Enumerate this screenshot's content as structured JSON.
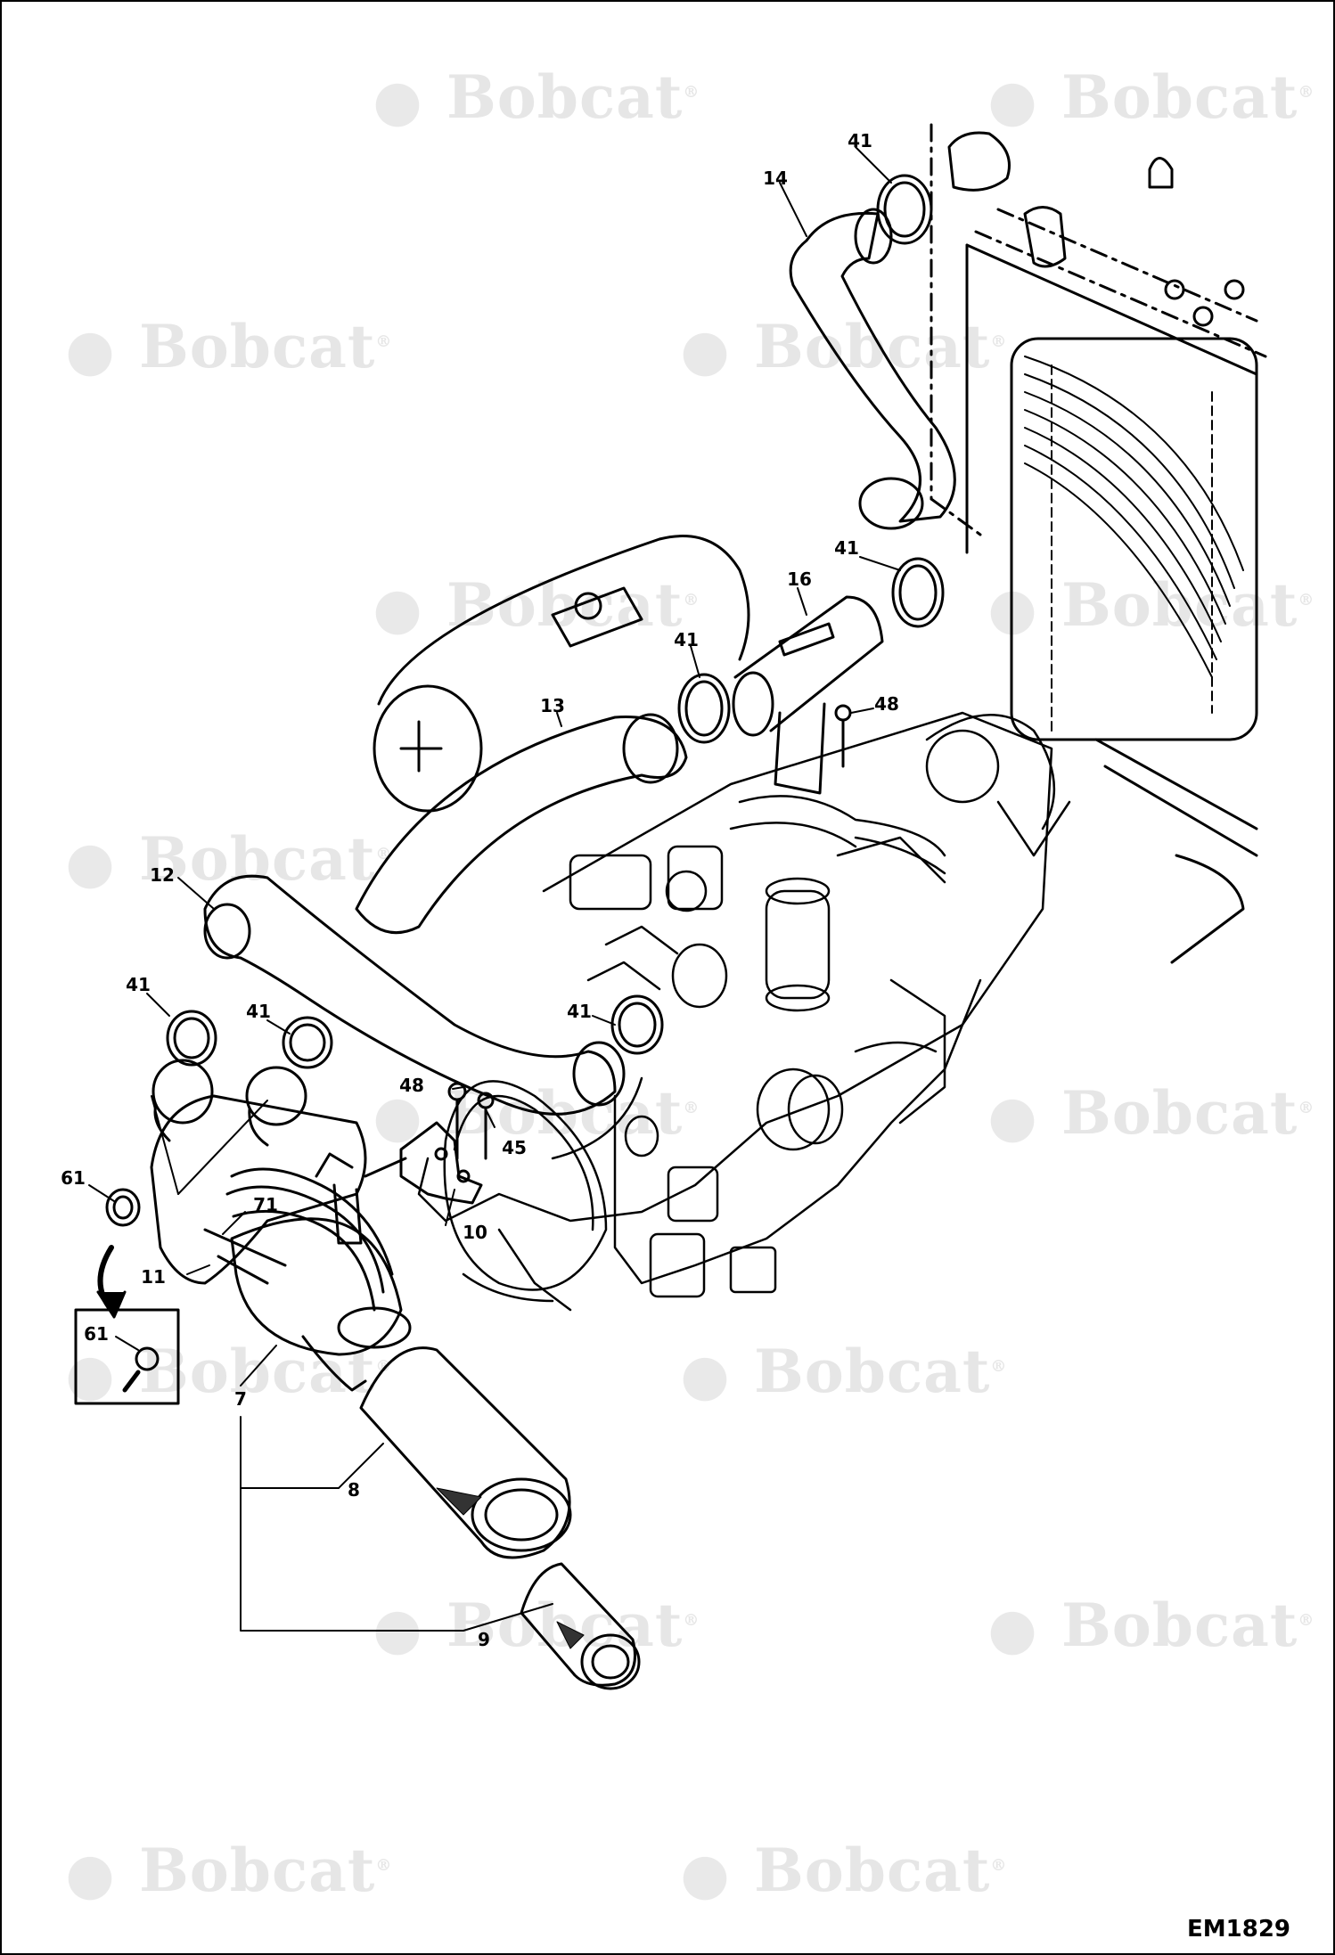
{
  "drawing_code": "EM1829",
  "watermark_text": "Bobcat",
  "watermark_reg": "®",
  "callouts": [
    {
      "id": "c14",
      "label": "14"
    },
    {
      "id": "c41a",
      "label": "41"
    },
    {
      "id": "c41b",
      "label": "41"
    },
    {
      "id": "c16",
      "label": "16"
    },
    {
      "id": "c41c",
      "label": "41"
    },
    {
      "id": "c48a",
      "label": "48"
    },
    {
      "id": "c13",
      "label": "13"
    },
    {
      "id": "c12",
      "label": "12"
    },
    {
      "id": "c41d",
      "label": "41"
    },
    {
      "id": "c41e",
      "label": "41"
    },
    {
      "id": "c41f",
      "label": "41"
    },
    {
      "id": "c48b",
      "label": "48"
    },
    {
      "id": "c45",
      "label": "45"
    },
    {
      "id": "c61a",
      "label": "61"
    },
    {
      "id": "c71",
      "label": "71"
    },
    {
      "id": "c10",
      "label": "10"
    },
    {
      "id": "c11",
      "label": "11"
    },
    {
      "id": "c61b",
      "label": "61"
    },
    {
      "id": "c7",
      "label": "7"
    },
    {
      "id": "c8",
      "label": "8"
    },
    {
      "id": "c9",
      "label": "9"
    }
  ],
  "colors": {
    "ink": "#000000",
    "watermark": "#e6e6e6",
    "paper": "#ffffff"
  }
}
